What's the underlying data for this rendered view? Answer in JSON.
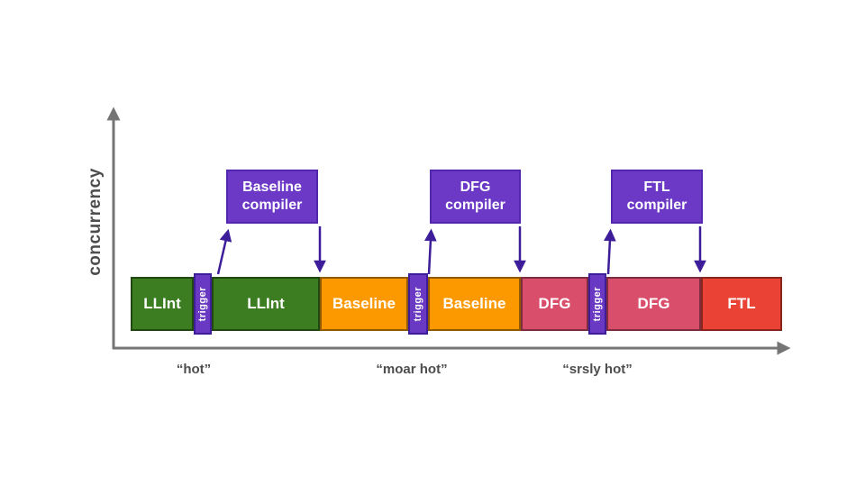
{
  "palette": {
    "llint_green": "#3b7d20",
    "baseline_orange": "#fd9900",
    "dfg_pink": "#d94f6b",
    "ftl_red": "#ea4335",
    "trigger_purple": "#6a39c4",
    "trigger_border": "#3f1d9a",
    "compiler_purple": "#6b39c5",
    "compiler_border": "#5227ad",
    "arrow_purple": "#3d1d99",
    "axis_gray": "#757575",
    "label_gray": "#4d4d4d"
  },
  "axes": {
    "y_label": "concurrency"
  },
  "compilers": [
    {
      "label": "Baseline compiler"
    },
    {
      "label": "DFG compiler"
    },
    {
      "label": "FTL compiler"
    }
  ],
  "timeline": {
    "segments": [
      {
        "label": "LLInt",
        "tier": "llint",
        "width": 70
      },
      {
        "label": "trigger",
        "tier": "trigger",
        "width": 20
      },
      {
        "label": "LLInt",
        "tier": "llint",
        "width": 120
      },
      {
        "label": "Baseline",
        "tier": "baseline",
        "width": 98
      },
      {
        "label": "trigger",
        "tier": "trigger",
        "width": 22
      },
      {
        "label": "Baseline",
        "tier": "baseline",
        "width": 103
      },
      {
        "label": "DFG",
        "tier": "dfg",
        "width": 75
      },
      {
        "label": "trigger",
        "tier": "trigger",
        "width": 20
      },
      {
        "label": "DFG",
        "tier": "dfg",
        "width": 105
      },
      {
        "label": "FTL",
        "tier": "ftl",
        "width": 90
      }
    ]
  },
  "x_labels": [
    "“hot”",
    "“moar hot”",
    "“srsly hot”"
  ]
}
